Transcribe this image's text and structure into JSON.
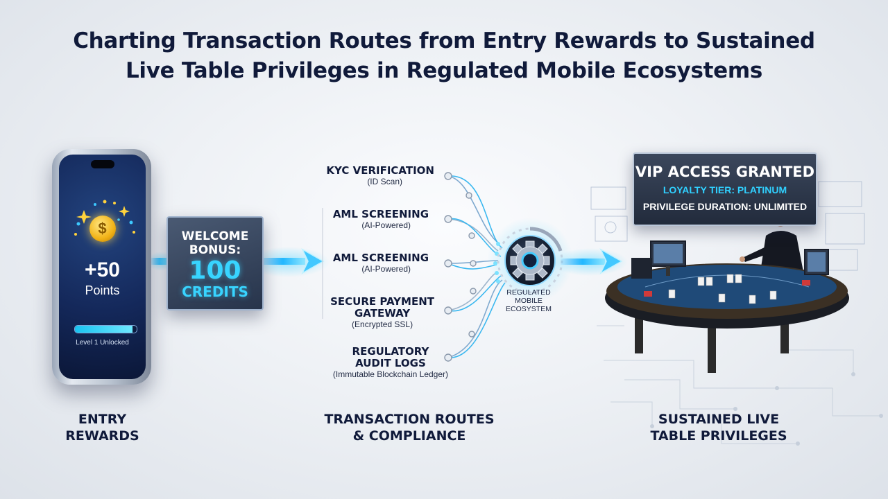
{
  "title": {
    "line1": "Charting Transaction Routes from Entry Rewards to Sustained",
    "line2": "Live Table Privileges in Regulated Mobile Ecosystems"
  },
  "phone": {
    "coin_symbol": "$",
    "points_value": "+50",
    "points_label": "Points",
    "level_text": "Level 1 Unlocked",
    "progress_fraction": 0.93
  },
  "bonus": {
    "label_line1": "WELCOME",
    "label_line2": "BONUS:",
    "amount": "100",
    "unit": "CREDITS"
  },
  "checkpoints": [
    {
      "title": [
        "KYC VERIFICATION"
      ],
      "subtitle": "(ID Scan)"
    },
    {
      "title": [
        "AML SCREENING"
      ],
      "subtitle": "(AI-Powered)"
    },
    {
      "title": [
        "AML SCREENING"
      ],
      "subtitle": "(AI-Powered)"
    },
    {
      "title": [
        "SECURE PAYMENT",
        "GATEWAY"
      ],
      "subtitle": "(Encrypted SSL)"
    },
    {
      "title": [
        "REGULATORY",
        "AUDIT LOGS"
      ],
      "subtitle": "(Immutable Blockchain Ledger)"
    }
  ],
  "hub": {
    "label_line1": "REGULATED",
    "label_line2": "MOBILE",
    "label_line3": "ECOSYSTEM",
    "icon": "gear-icon"
  },
  "vip": {
    "title": "VIP ACCESS GRANTED",
    "tier": "LOYALTY TIER: PLATINUM",
    "duration": "PRIVILEGE DURATION: UNLIMITED"
  },
  "captions": {
    "entry_line1": "ENTRY",
    "entry_line2": "REWARDS",
    "routes_line1": "TRANSACTION ROUTES",
    "routes_line2": "& COMPLIANCE",
    "privileges_line1": "SUSTAINED LIVE",
    "privileges_line2": "TABLE PRIVILEGES"
  },
  "colors": {
    "title": "#101a3a",
    "accent_cyan": "#38d4ff",
    "phone_screen": "#14285a",
    "panel_dark": "#27344b"
  }
}
